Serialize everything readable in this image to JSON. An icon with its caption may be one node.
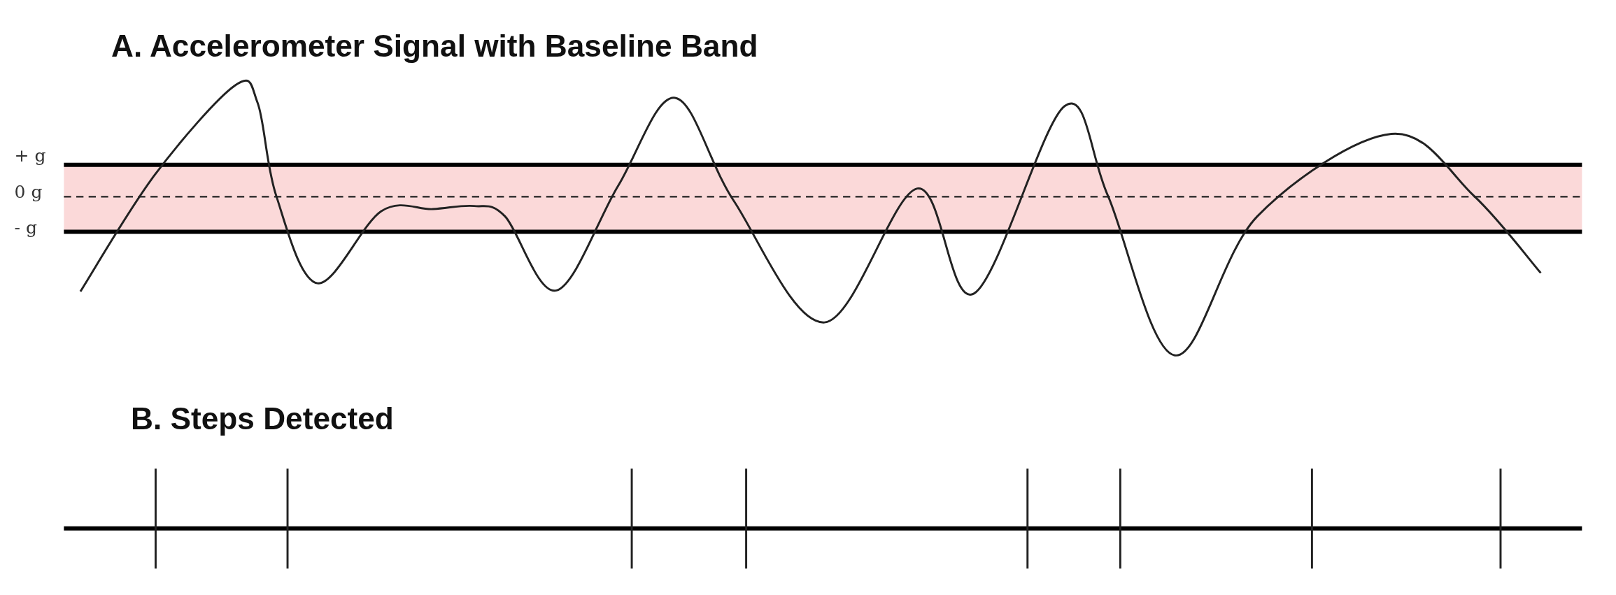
{
  "diagram": {
    "labels": [
      "A. Accelerometer Signal with Baseline Band",
      "+ g",
      "0 g",
      "- g",
      "B. Steps Detected"
    ]
  }
}
